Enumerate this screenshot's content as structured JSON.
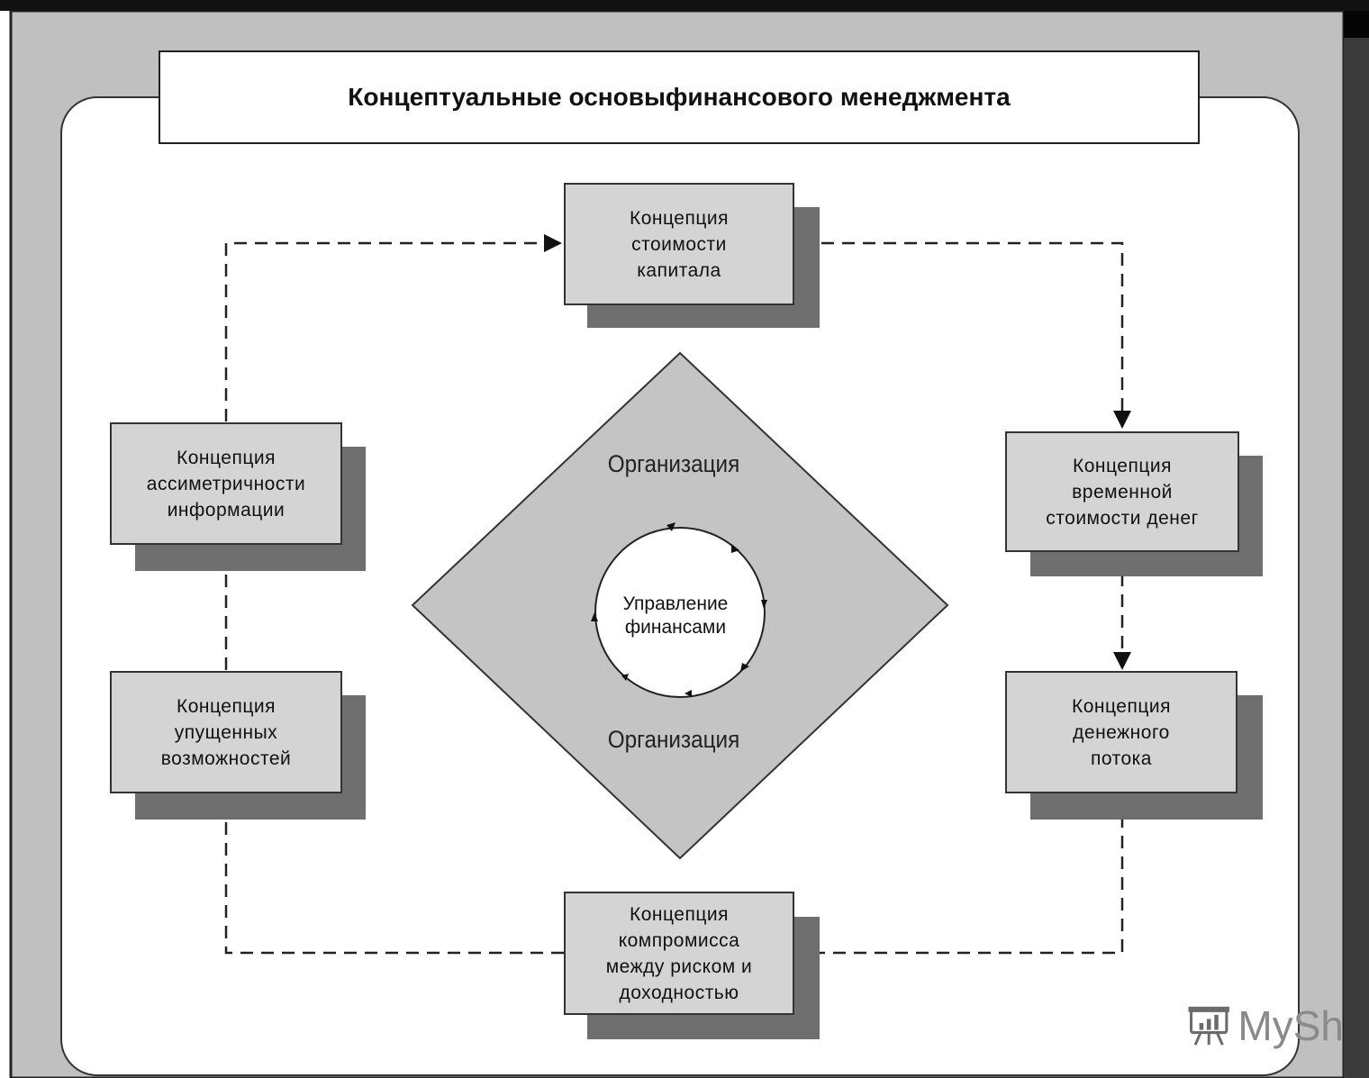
{
  "title": "Концептуальные основыфинансового менеджмента",
  "concepts": {
    "capital_cost": [
      "Концепция",
      "стоимости",
      "капитала"
    ],
    "time_value": [
      "Концепция",
      "временной",
      "стоимости   денег"
    ],
    "cash_flow": [
      "Концепция",
      "денежного",
      "потока"
    ],
    "risk_return": [
      "Концепция",
      "компромисса",
      "между риском и",
      "доходностью"
    ],
    "opportunity_cost": [
      "Концепция",
      "упущенных",
      "возможностей"
    ],
    "info_asymmetry": [
      "Концепция",
      "ассиметричности",
      "информации"
    ]
  },
  "diamond": {
    "top_label": "Организация",
    "bottom_label": "Организация",
    "center": [
      "Управление",
      "финансами"
    ]
  },
  "colors": {
    "box_fill": "#d4d4d4",
    "box_shadow": "#6f6f6f",
    "diamond_fill": "#c4c4c4",
    "frame_fill": "#c0c0c0"
  },
  "watermark": "MySh"
}
